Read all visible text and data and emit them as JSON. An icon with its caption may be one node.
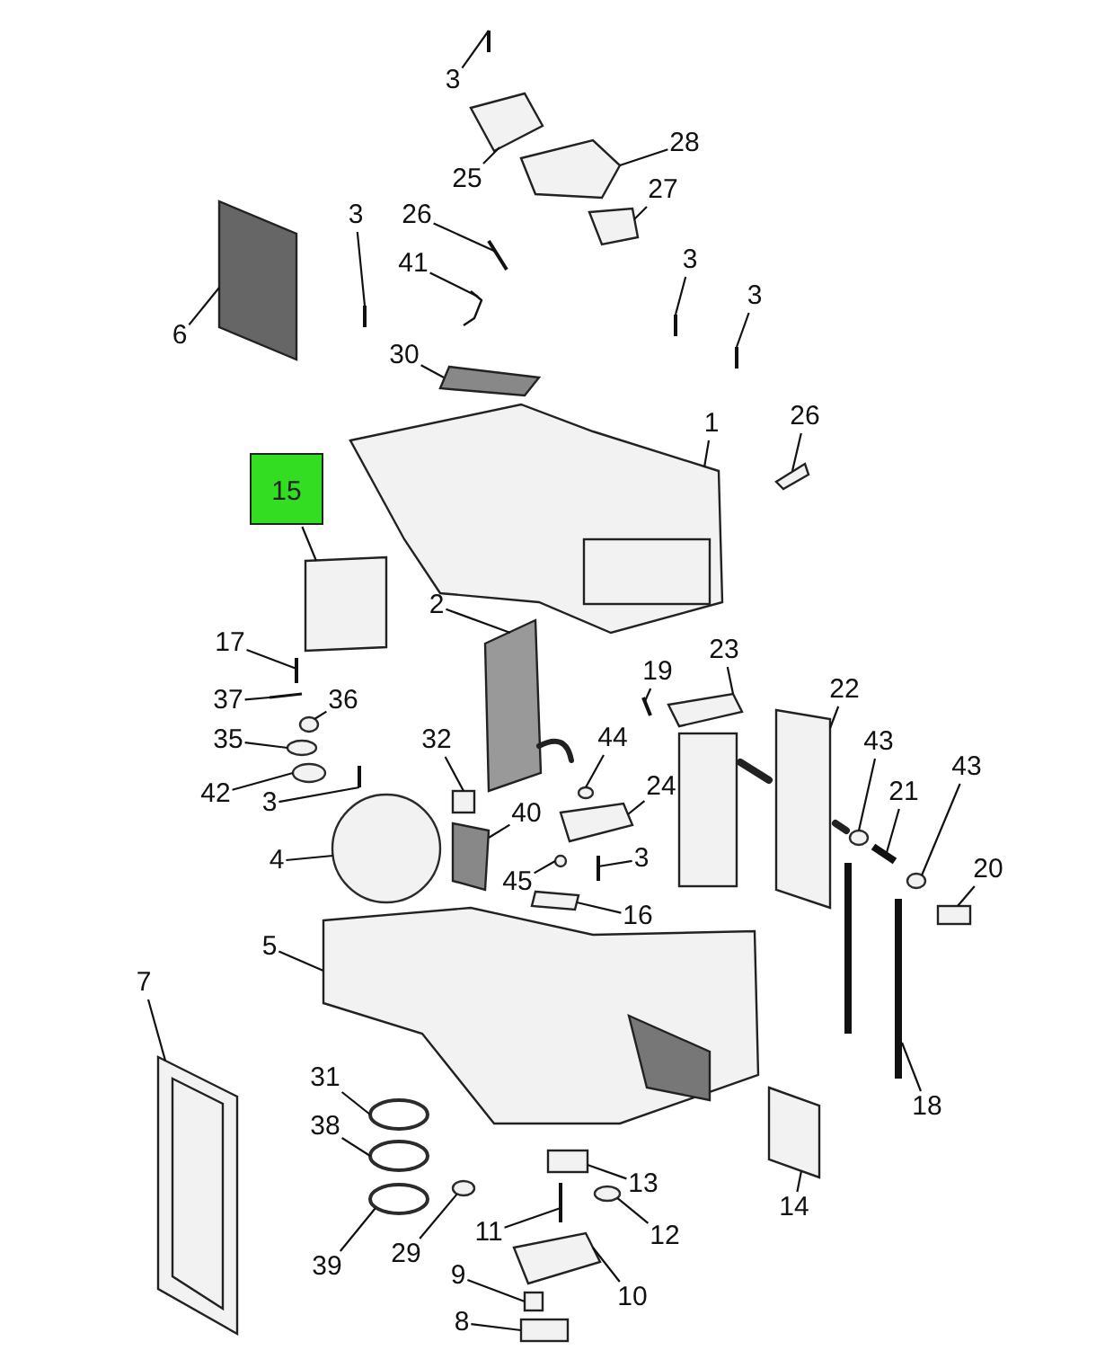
{
  "diagram": {
    "nodes": [
      {
        "text": [
          "3"
        ]
      },
      {
        "text": [
          "28"
        ]
      },
      {
        "text": [
          "25"
        ]
      },
      {
        "text": [
          "27"
        ]
      },
      {
        "text": [
          "26"
        ]
      },
      {
        "text": [
          "3"
        ]
      },
      {
        "text": [
          "41"
        ]
      },
      {
        "text": [
          "3"
        ]
      },
      {
        "text": [
          "3"
        ]
      },
      {
        "text": [
          "6"
        ]
      },
      {
        "text": [
          "30"
        ]
      },
      {
        "text": [
          "26"
        ]
      },
      {
        "text": [
          "1"
        ]
      },
      {
        "text": [
          "15"
        ]
      },
      {
        "text": [
          "2"
        ]
      },
      {
        "text": [
          "17"
        ]
      },
      {
        "text": [
          "19"
        ]
      },
      {
        "text": [
          "23"
        ]
      },
      {
        "text": [
          "22"
        ]
      },
      {
        "text": [
          "37"
        ]
      },
      {
        "text": [
          "36"
        ]
      },
      {
        "text": [
          "35"
        ]
      },
      {
        "text": [
          "32"
        ]
      },
      {
        "text": [
          "44"
        ]
      },
      {
        "text": [
          "42"
        ]
      },
      {
        "text": [
          "3"
        ]
      },
      {
        "text": [
          "24"
        ]
      },
      {
        "text": [
          "43"
        ]
      },
      {
        "text": [
          "21"
        ]
      },
      {
        "text": [
          "43"
        ]
      },
      {
        "text": [
          "40"
        ]
      },
      {
        "text": [
          "4"
        ]
      },
      {
        "text": [
          "45"
        ]
      },
      {
        "text": [
          "3"
        ]
      },
      {
        "text": [
          "20"
        ]
      },
      {
        "text": [
          "16"
        ]
      },
      {
        "text": [
          "5"
        ]
      },
      {
        "text": [
          "7"
        ]
      },
      {
        "text": [
          "31"
        ]
      },
      {
        "text": [
          "38"
        ]
      },
      {
        "text": [
          "13"
        ]
      },
      {
        "text": [
          "18"
        ]
      },
      {
        "text": [
          "14"
        ]
      },
      {
        "text": [
          "39"
        ]
      },
      {
        "text": [
          "29"
        ]
      },
      {
        "text": [
          "11"
        ]
      },
      {
        "text": [
          "12"
        ]
      },
      {
        "text": [
          "10"
        ]
      },
      {
        "text": [
          "9"
        ]
      },
      {
        "text": [
          "8"
        ]
      },
      {
        "text": [],
        "shape": "bar"
      },
      {
        "text": [],
        "shape": "box"
      },
      {
        "text": [],
        "shape": "box"
      },
      {
        "text": [],
        "shape": "box"
      },
      {
        "text": [],
        "shape": "bar"
      },
      {
        "text": [],
        "shape": "bar"
      },
      {
        "text": [],
        "shape": "bar"
      },
      {
        "text": [],
        "shape": "bar"
      },
      {
        "text": [],
        "shape": "bar"
      },
      {
        "text": [],
        "shape": "box"
      },
      {
        "text": [],
        "shape": "box"
      },
      {
        "text": [],
        "shape": "box"
      },
      {
        "text": [],
        "shape": "box"
      },
      {
        "text": [],
        "shape": "box"
      },
      {
        "text": [],
        "shape": "box"
      },
      {
        "text": [],
        "shape": "bar"
      },
      {
        "text": [],
        "shape": "bar"
      },
      {
        "text": [],
        "shape": "box"
      },
      {
        "text": [],
        "shape": "box"
      },
      {
        "text": [],
        "shape": "bar"
      },
      {
        "text": [],
        "shape": "circle"
      },
      {
        "text": [],
        "shape": "circle"
      },
      {
        "text": [],
        "shape": "box"
      },
      {
        "text": [],
        "shape": "circle"
      },
      {
        "text": [],
        "shape": "circle"
      },
      {
        "text": [],
        "shape": "bar"
      },
      {
        "text": [],
        "shape": "box"
      },
      {
        "text": [],
        "shape": "circle"
      },
      {
        "text": [],
        "shape": "bar"
      },
      {
        "text": [],
        "shape": "circle"
      },
      {
        "text": [],
        "shape": "box"
      },
      {
        "text": [],
        "shape": "circle"
      },
      {
        "text": [],
        "shape": "circle"
      },
      {
        "text": [],
        "shape": "bar"
      },
      {
        "text": [],
        "shape": "box"
      },
      {
        "text": [],
        "shape": "box"
      },
      {
        "text": [],
        "shape": "box"
      },
      {
        "text": [],
        "shape": "box"
      },
      {
        "text": [],
        "shape": "circle"
      },
      {
        "text": [],
        "shape": "circle"
      },
      {
        "text": [],
        "shape": "box"
      },
      {
        "text": [],
        "shape": "bar"
      },
      {
        "text": [],
        "shape": "box"
      },
      {
        "text": [],
        "shape": "circle"
      },
      {
        "text": [],
        "shape": "circle"
      },
      {
        "text": [],
        "shape": "bar"
      },
      {
        "text": [],
        "shape": "circle"
      },
      {
        "text": [],
        "shape": "box"
      },
      {
        "text": [],
        "shape": "box"
      },
      {
        "text": [],
        "shape": "box"
      }
    ],
    "edges": [
      {
        "from": 0,
        "to": 50,
        "arrow": "none"
      },
      {
        "from": 1,
        "to": 51,
        "arrow": "none"
      },
      {
        "from": 2,
        "to": 52,
        "arrow": "none"
      },
      {
        "from": 3,
        "to": 53,
        "arrow": "none"
      },
      {
        "from": 4,
        "to": 54,
        "arrow": "none"
      },
      {
        "from": 5,
        "to": 55,
        "arrow": "none"
      },
      {
        "from": 6,
        "to": 56,
        "arrow": "none"
      },
      {
        "from": 7,
        "to": 57,
        "arrow": "none"
      },
      {
        "from": 8,
        "to": 58,
        "arrow": "none"
      },
      {
        "from": 9,
        "to": 59,
        "arrow": "none"
      },
      {
        "from": 10,
        "to": 60,
        "arrow": "none"
      },
      {
        "from": 11,
        "to": 61,
        "arrow": "none"
      },
      {
        "from": 12,
        "to": 62,
        "arrow": "none"
      },
      {
        "from": 13,
        "to": 63,
        "arrow": "none"
      },
      {
        "from": 14,
        "to": 64,
        "arrow": "none"
      },
      {
        "from": 15,
        "to": 65,
        "arrow": "none"
      },
      {
        "from": 16,
        "to": 66,
        "arrow": "none"
      },
      {
        "from": 17,
        "to": 67,
        "arrow": "none"
      },
      {
        "from": 18,
        "to": 68,
        "arrow": "none"
      },
      {
        "from": 19,
        "to": 69,
        "arrow": "none"
      },
      {
        "from": 20,
        "to": 70,
        "arrow": "none"
      },
      {
        "from": 21,
        "to": 71,
        "arrow": "none"
      },
      {
        "from": 22,
        "to": 72,
        "arrow": "none"
      },
      {
        "from": 23,
        "to": 73,
        "arrow": "none"
      },
      {
        "from": 24,
        "to": 74,
        "arrow": "none"
      },
      {
        "from": 25,
        "to": 75,
        "arrow": "none"
      },
      {
        "from": 26,
        "to": 76,
        "arrow": "none"
      },
      {
        "from": 27,
        "to": 77,
        "arrow": "none"
      },
      {
        "from": 28,
        "to": 78,
        "arrow": "none"
      },
      {
        "from": 29,
        "to": 79,
        "arrow": "none"
      },
      {
        "from": 30,
        "to": 80,
        "arrow": "none"
      },
      {
        "from": 31,
        "to": 81,
        "arrow": "none"
      },
      {
        "from": 32,
        "to": 82,
        "arrow": "none"
      },
      {
        "from": 33,
        "to": 83,
        "arrow": "none"
      },
      {
        "from": 34,
        "to": 84,
        "arrow": "none"
      },
      {
        "from": 35,
        "to": 85,
        "arrow": "none"
      },
      {
        "from": 36,
        "to": 86,
        "arrow": "none"
      },
      {
        "from": 37,
        "to": 87,
        "arrow": "none"
      },
      {
        "from": 38,
        "to": 88,
        "arrow": "none"
      },
      {
        "from": 39,
        "to": 89,
        "arrow": "none"
      },
      {
        "from": 40,
        "to": 90,
        "arrow": "none"
      },
      {
        "from": 41,
        "to": 91,
        "arrow": "none"
      },
      {
        "from": 42,
        "to": 92,
        "arrow": "none"
      },
      {
        "from": 43,
        "to": 93,
        "arrow": "none"
      },
      {
        "from": 44,
        "to": 94,
        "arrow": "none"
      },
      {
        "from": 45,
        "to": 95,
        "arrow": "none"
      },
      {
        "from": 46,
        "to": 96,
        "arrow": "none"
      },
      {
        "from": 47,
        "to": 97,
        "arrow": "none"
      },
      {
        "from": 48,
        "to": 98,
        "arrow": "none"
      },
      {
        "from": 49,
        "to": 99,
        "arrow": "none"
      }
    ]
  }
}
